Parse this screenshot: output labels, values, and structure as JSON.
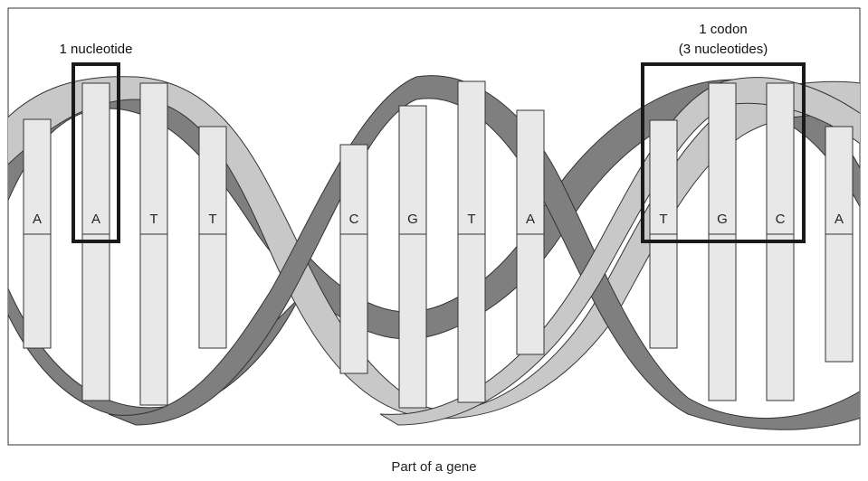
{
  "diagram": {
    "bases": [
      "A",
      "A",
      "T",
      "T",
      "C",
      "G",
      "T",
      "A",
      "T",
      "G",
      "C",
      "A"
    ],
    "annotations": {
      "nucleotide_label": "1 nucleotide",
      "codon_label_line1": "1 codon",
      "codon_label_line2": "(3 nucleotides)"
    },
    "caption": "Part of a gene",
    "colors": {
      "strand_dark": "#7f7f7f",
      "strand_light": "#c8c8c8",
      "base_fill": "#e8e8e8",
      "outline": "#333333",
      "highlight_box": "#1a1a1a"
    }
  }
}
